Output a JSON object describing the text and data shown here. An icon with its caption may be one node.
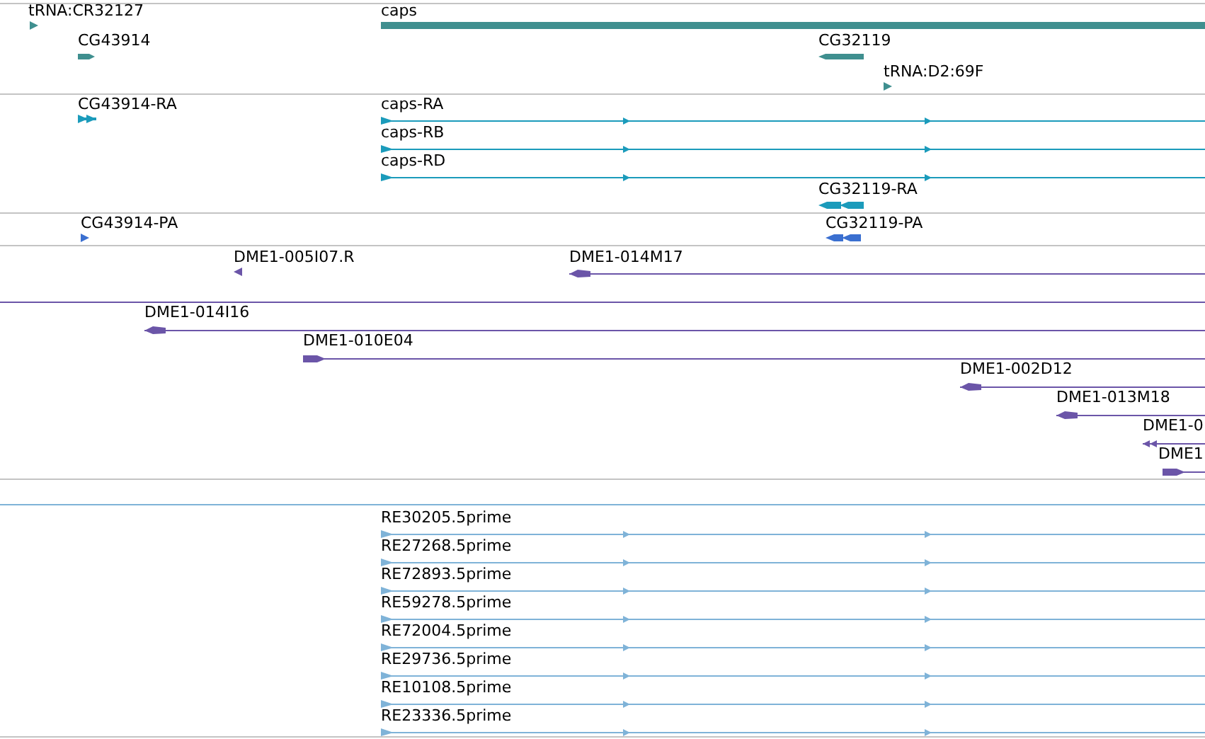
{
  "diagram": {
    "nodes": [
      {
        "text": [
          "tRNA:CR32127"
        ]
      },
      {
        "text": [
          "caps"
        ]
      },
      {
        "text": [
          "CG43914"
        ]
      },
      {
        "text": [
          "CG32119"
        ]
      },
      {
        "text": [
          "tRNA:D2:69F"
        ]
      },
      {
        "text": [
          "CG43914-RA"
        ]
      },
      {
        "text": [
          "caps-RA"
        ]
      },
      {
        "text": [
          "caps-RB"
        ]
      },
      {
        "text": [
          "caps-RD"
        ]
      },
      {
        "text": [
          "CG32119-RA"
        ]
      },
      {
        "text": [
          "CG43914-PA"
        ]
      },
      {
        "text": [
          "CG32119-PA"
        ]
      },
      {
        "text": [
          "DME1-005I07.R"
        ]
      },
      {
        "text": [
          "DME1-014M17"
        ]
      },
      {
        "text": [],
        "shape": "bar"
      },
      {
        "text": [
          "DME1-014I16"
        ]
      },
      {
        "text": [
          "DME1-010E04"
        ]
      },
      {
        "text": [
          "DME1-002D12"
        ]
      },
      {
        "text": [
          "DME1-013M18"
        ]
      },
      {
        "text": [
          "DME1-0"
        ]
      },
      {
        "text": [
          "DME1"
        ]
      },
      {
        "text": [],
        "shape": "bar"
      },
      {
        "text": [
          "RE30205.5prime"
        ]
      },
      {
        "text": [
          "RE27268.5prime"
        ]
      },
      {
        "text": [
          "RE72893.5prime"
        ]
      },
      {
        "text": [
          "RE59278.5prime"
        ]
      },
      {
        "text": [
          "RE72004.5prime"
        ]
      },
      {
        "text": [
          "RE29736.5prime"
        ]
      },
      {
        "text": [
          "RE10108.5prime"
        ]
      },
      {
        "text": [
          "RE23336.5prime"
        ]
      }
    ]
  }
}
